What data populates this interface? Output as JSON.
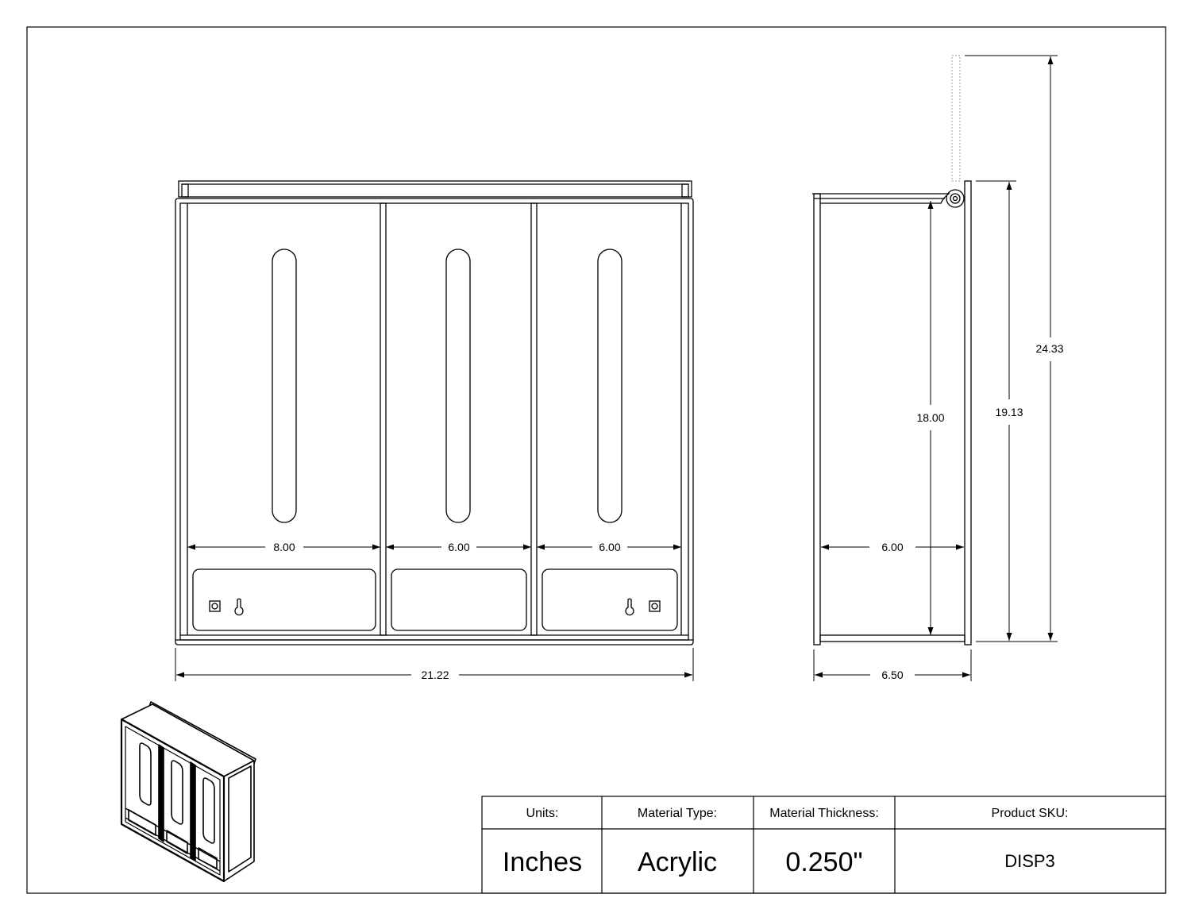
{
  "dimensions": {
    "front_width": "21.22",
    "compartment_left": "8.00",
    "compartment_middle": "6.00",
    "compartment_right": "6.00",
    "side_depth_inner": "6.00",
    "side_depth_outer": "6.50",
    "side_height_inner": "18.00",
    "side_height_outer": "19.13",
    "total_height_with_lid": "24.33"
  },
  "title_block": {
    "units_label": "Units:",
    "units_value": "Inches",
    "material_type_label": "Material Type:",
    "material_type_value": "Acrylic",
    "material_thickness_label": "Material Thickness:",
    "material_thickness_value": "0.250\"",
    "product_sku_label": "Product SKU:",
    "product_sku_value": "DISP3"
  }
}
